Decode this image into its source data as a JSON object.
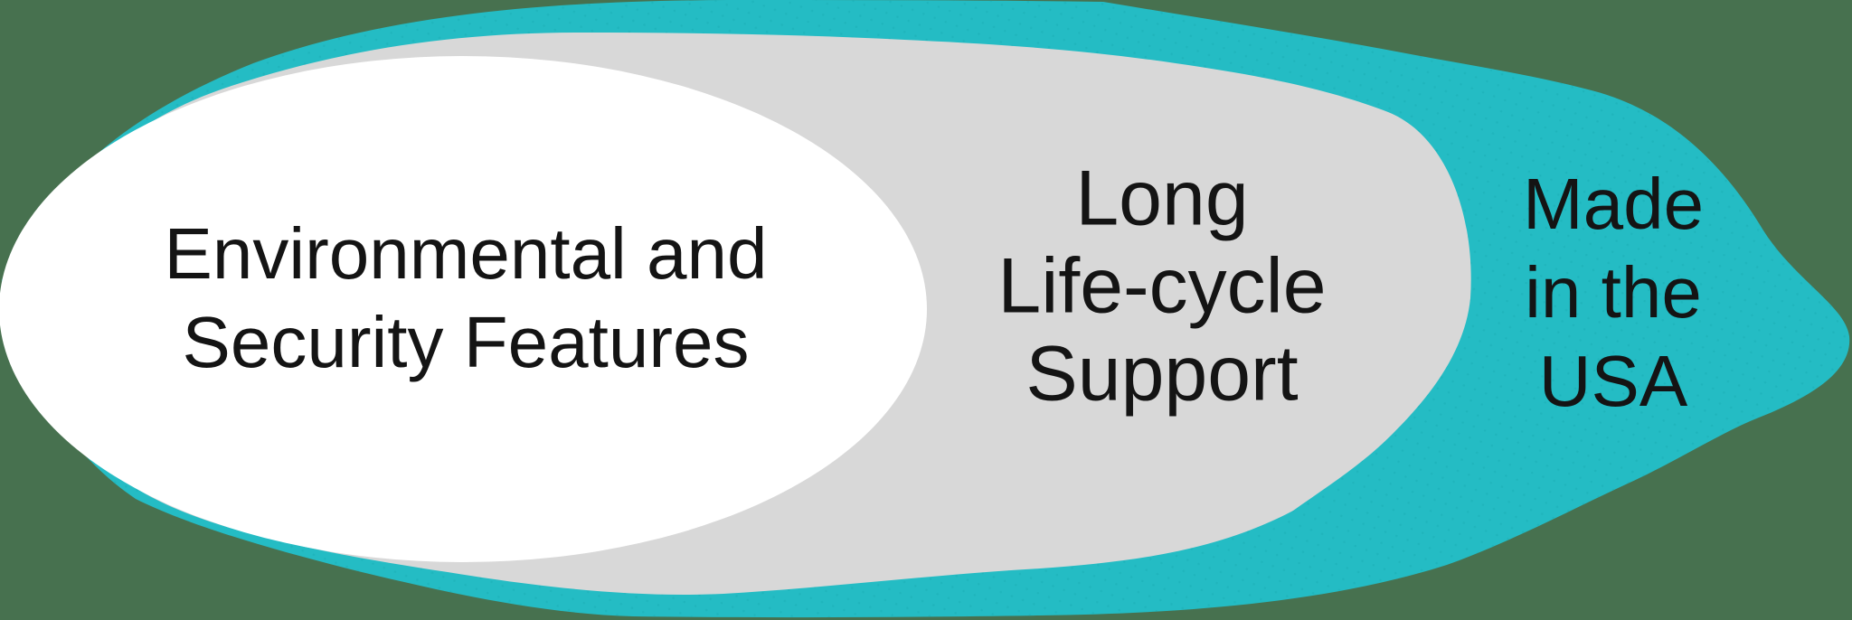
{
  "diagram": {
    "title": "Nested ellipse diagram of product attributes",
    "background_color": "#47714F",
    "text_color": "#141414",
    "rings": [
      {
        "id": "outer",
        "label": "Made in the USA",
        "color": "#24BCC4",
        "lines": {
          "l1": "Made",
          "l2": "in the",
          "l3": "USA"
        }
      },
      {
        "id": "middle",
        "label": "Long Life-cycle Support",
        "color": "#D8D8D8",
        "lines": {
          "l1": "Long",
          "l2": "Life-cycle",
          "l3": "Support"
        }
      },
      {
        "id": "inner",
        "label": "Environmental and Security Features",
        "color": "#FFFFFF",
        "lines": {
          "l1": "Environmental and",
          "l2": "Security Features"
        }
      }
    ]
  }
}
